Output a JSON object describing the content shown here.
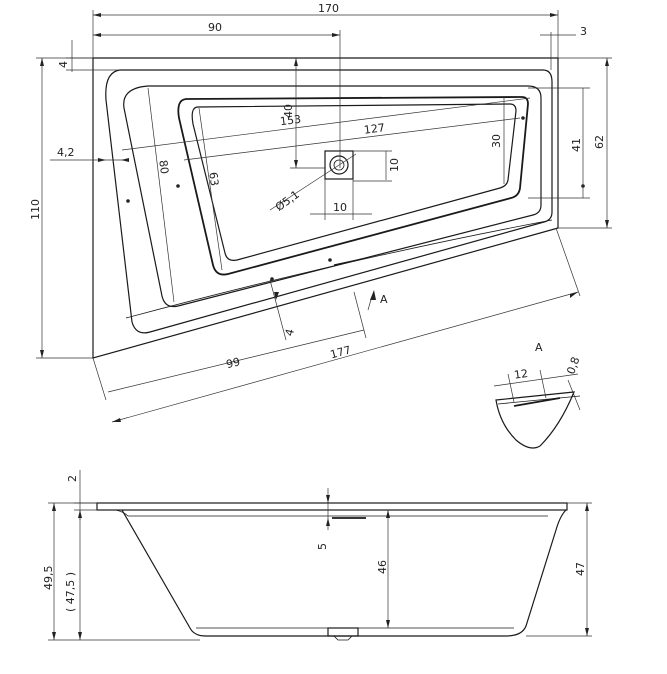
{
  "top_view": {
    "dims": {
      "overall_width": "170",
      "offset_90": "90",
      "right_3": "3",
      "top_4": "4",
      "height_110": "110",
      "right_62": "62",
      "right_41": "41",
      "inner_153": "153",
      "inner_127": "127",
      "inner_30": "30",
      "inner_40": "40",
      "left_4_2": "4,2",
      "inner_80": "80",
      "inner_63": "63",
      "drain_diameter": "Ø5,1",
      "drain_10_h": "10",
      "drain_10_w": "10",
      "bottom_4": "4",
      "bottom_99": "99",
      "bottom_177": "177",
      "section_arrow": "A"
    }
  },
  "detail_a": {
    "label": "A",
    "dim_12": "12",
    "dim_0_8": "0,8"
  },
  "side_view": {
    "dims": {
      "top_2": "2",
      "height_49_5": "49,5",
      "height_47_5": "( 47,5 )",
      "inner_5": "5",
      "inner_46": "46",
      "right_47": "47"
    }
  }
}
